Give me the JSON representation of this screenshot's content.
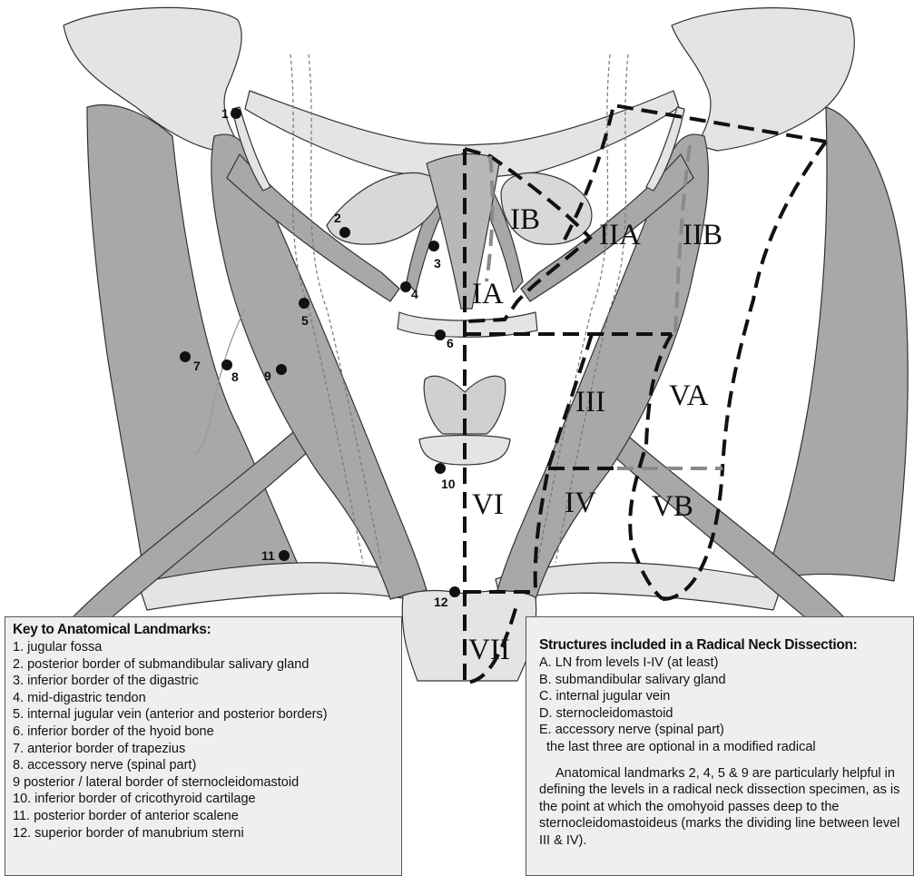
{
  "landmark_markers": [
    "1",
    "2",
    "3",
    "4",
    "5",
    "6",
    "7",
    "8",
    "9",
    "10",
    "11",
    "12"
  ],
  "levels": [
    "IA",
    "IB",
    "IIA",
    "IIB",
    "III",
    "IV",
    "VA",
    "VB",
    "VI",
    "VII"
  ],
  "key": {
    "title": "Key to Anatomical Landmarks:",
    "items": [
      "1. jugular fossa",
      "2. posterior border of submandibular salivary gland",
      "3. inferior border of the digastric",
      "4. mid-digastric tendon",
      "5. internal jugular vein (anterior and posterior borders)",
      "6. inferior border of the hyoid bone",
      "7. anterior border of trapezius",
      "8. accessory nerve (spinal part)",
      "9 posterior / lateral border of sternocleidomastoid",
      "10. inferior border of cricothyroid cartilage",
      "11. posterior border of anterior scalene",
      "12. superior border of manubrium sterni"
    ]
  },
  "radical": {
    "title": "Structures included in a Radical Neck Dissection:",
    "items": [
      "A. LN from levels I-IV (at least)",
      "B. submandibular salivary gland",
      "C. internal jugular vein",
      "D. sternocleidomastoid",
      "E. accessory nerve (spinal part)"
    ],
    "optional_note": "the last three are optional in a modified radical",
    "paragraph": "Anatomical landmarks 2, 4, 5 & 9 are particularly helpful in defining the levels in a radical neck dissection specimen, as is the point at which the omohyoid passes deep to the sternocleidomastoideus (marks the dividing line between level III & IV)."
  },
  "colors": {
    "muscle": "#a8a8a8",
    "bone": "#e4e4e4",
    "gland": "#d8d8d8",
    "background": "#ffffff",
    "outline": "#222222",
    "dashed_dark": "#111111",
    "dashed_grey": "#8a8a8a",
    "box_fill": "#efefef"
  }
}
